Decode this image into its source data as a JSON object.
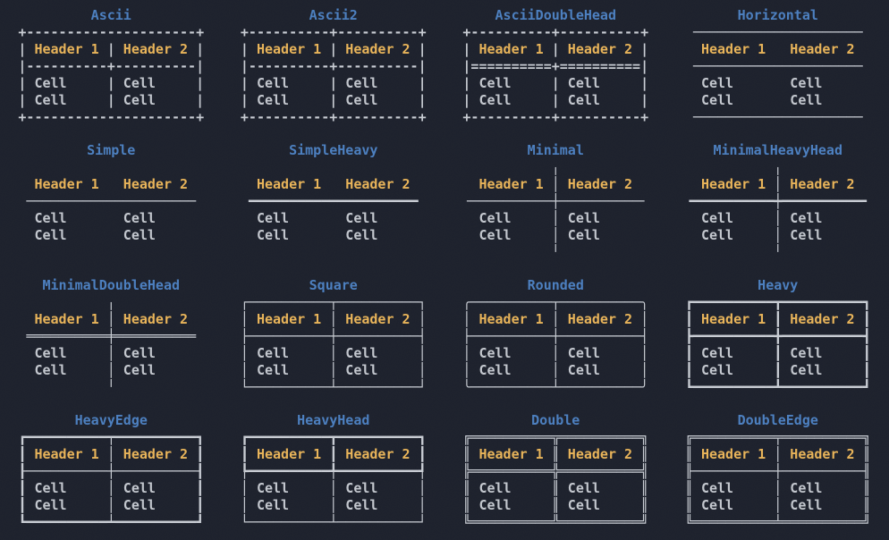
{
  "app": {
    "description": "terminal-output-of-table-box-styles",
    "background": "#1d212c"
  },
  "colors": {
    "title": "#4d80c0",
    "header": "#e8b45a",
    "cell": "#c3c7ce",
    "border": "#c8ccd3"
  },
  "table_content": {
    "headers": [
      "Header 1",
      "Header 2"
    ],
    "rows": [
      [
        "Cell",
        "Cell"
      ],
      [
        "Cell",
        "Cell"
      ]
    ]
  },
  "layout": {
    "columns": 4,
    "rows": 4,
    "column_width_chars": 10
  },
  "styles": [
    {
      "title": "Ascii",
      "box": {
        "top": "+--+",
        "head": "| ||",
        "head_row": "|-+|",
        "mid": "| ||",
        "bottom": "+--+"
      }
    },
    {
      "title": "Ascii2",
      "box": {
        "top": "+-++",
        "head": "| ||",
        "head_row": "|-+|",
        "mid": "| ||",
        "bottom": "+-++"
      }
    },
    {
      "title": "AsciiDoubleHead",
      "box": {
        "top": "+-++",
        "head": "| ||",
        "head_row": "|=+|",
        "mid": "| ||",
        "bottom": "+-++"
      }
    },
    {
      "title": "Horizontal",
      "box": {
        "top": " ── ",
        "head": "    ",
        "head_row": " ── ",
        "mid": "    ",
        "bottom": " ── "
      }
    },
    {
      "title": "Simple",
      "box": {
        "top": "    ",
        "head": "    ",
        "head_row": " ── ",
        "mid": "    ",
        "bottom": "    "
      }
    },
    {
      "title": "SimpleHeavy",
      "box": {
        "top": "    ",
        "head": "    ",
        "head_row": " ━━ ",
        "mid": "    ",
        "bottom": "    "
      }
    },
    {
      "title": "Minimal",
      "box": {
        "top": "  ╷ ",
        "head": "  │ ",
        "head_row": "╶─┼╴",
        "mid": "  │ ",
        "bottom": "  ╵ "
      }
    },
    {
      "title": "MinimalHeavyHead",
      "box": {
        "top": "  ╷ ",
        "head": "  │ ",
        "head_row": "╺━┿╸",
        "mid": "  │ ",
        "bottom": "  ╵ "
      }
    },
    {
      "title": "MinimalDoubleHead",
      "box": {
        "top": "  ╷ ",
        "head": "  │ ",
        "head_row": " ═╪ ",
        "mid": "  │ ",
        "bottom": "  ╵ "
      }
    },
    {
      "title": "Square",
      "box": {
        "top": "┌─┬┐",
        "head": "│ ││",
        "head_row": "├─┼┤",
        "mid": "│ ││",
        "bottom": "└─┴┘"
      }
    },
    {
      "title": "Rounded",
      "box": {
        "top": "╭─┬╮",
        "head": "│ ││",
        "head_row": "├─┼┤",
        "mid": "│ ││",
        "bottom": "╰─┴╯"
      }
    },
    {
      "title": "Heavy",
      "box": {
        "top": "┏━┳┓",
        "head": "┃ ┃┃",
        "head_row": "┣━╋┫",
        "mid": "┃ ┃┃",
        "bottom": "┗━┻┛"
      }
    },
    {
      "title": "HeavyEdge",
      "box": {
        "top": "┏━┯┓",
        "head": "┃ │┃",
        "head_row": "┠─┼┨",
        "mid": "┃ │┃",
        "bottom": "┗━┷┛"
      }
    },
    {
      "title": "HeavyHead",
      "box": {
        "top": "┏━┳┓",
        "head": "┃ ┃┃",
        "head_row": "┡━╇┩",
        "mid": "│ ││",
        "bottom": "└─┴┘"
      }
    },
    {
      "title": "Double",
      "box": {
        "top": "╔═╦╗",
        "head": "║ ║║",
        "head_row": "╠═╬╣",
        "mid": "║ ║║",
        "bottom": "╚═╩╝"
      }
    },
    {
      "title": "DoubleEdge",
      "box": {
        "top": "╔═╤╗",
        "head": "║ │║",
        "head_row": "╟─┼╢",
        "mid": "║ │║",
        "bottom": "╚═╧╝"
      }
    }
  ]
}
